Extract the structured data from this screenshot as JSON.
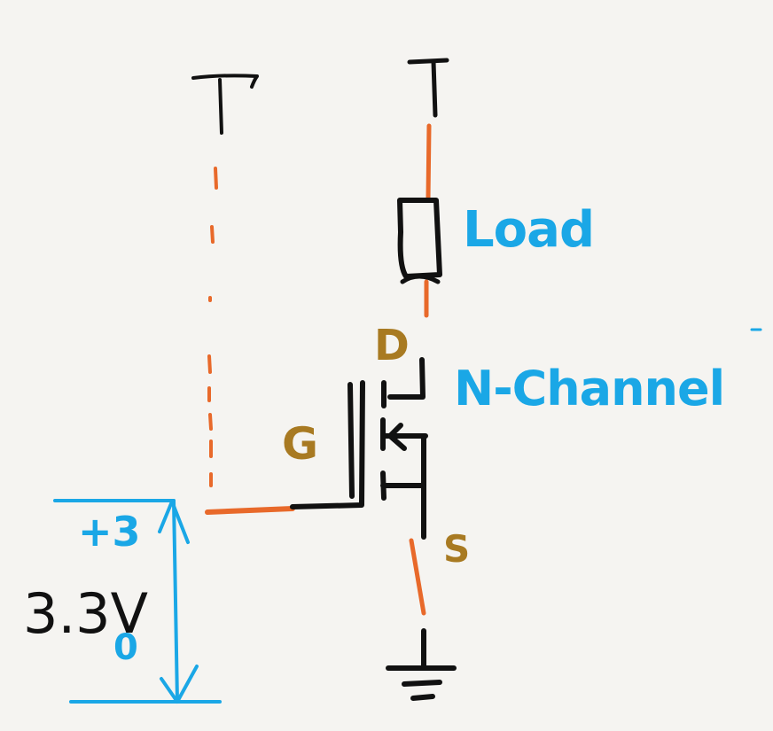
{
  "labels": {
    "load": "Load",
    "channel": "N-Channel",
    "drain": "D",
    "gate": "G",
    "source": "S",
    "voltage": "3.3V",
    "logic_high": "+3",
    "logic_low": "0"
  },
  "colors": {
    "background": "#f5f4f1",
    "wire": "#111111",
    "connection": "#e8692a",
    "annotation_blue": "#1aa7e6",
    "terminal_gold": "#a87a22"
  }
}
